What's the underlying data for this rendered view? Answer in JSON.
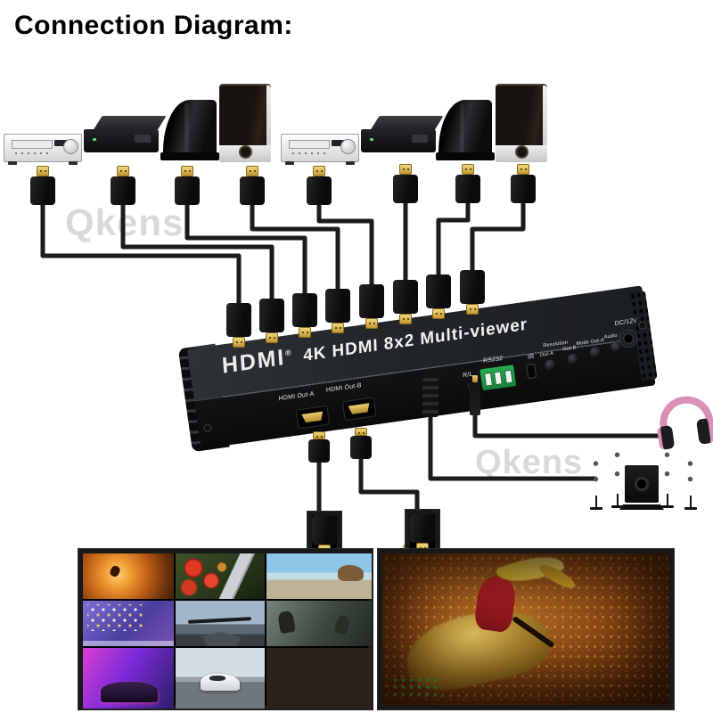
{
  "title": "Connection Diagram:",
  "watermark": {
    "text": "Qkens",
    "color": "#d9d9d9"
  },
  "sources": {
    "group_a": [
      {
        "type": "dvd-player"
      },
      {
        "type": "set-top-box"
      },
      {
        "type": "game-console"
      },
      {
        "type": "pc-tower"
      }
    ],
    "group_b": [
      {
        "type": "dvd-player"
      },
      {
        "type": "set-top-box"
      },
      {
        "type": "game-console"
      },
      {
        "type": "pc-tower"
      }
    ],
    "cable_type": "hdmi-cable",
    "input_count": 8
  },
  "device": {
    "brand_logo": "HDMI",
    "brand_reg": "®",
    "product_label": "4K HDMI 8x2 Multi-viewer",
    "ports": {
      "hdmi_out_a": "HDMI Out-A",
      "hdmi_out_b": "HDMI Out-B",
      "audio_rl": "R/L",
      "rs232": "RS232",
      "ir": "IR",
      "resolution_group": "Resolution",
      "res_out_a": "Out-A",
      "res_out_b": "Out-B",
      "mode_out_a": "Mode Out-A",
      "audio": "Audio",
      "power": "DC/12V"
    }
  },
  "outputs": {
    "display_a": {
      "type": "multiview-display",
      "cells": [
        "surfing-fire-scene",
        "tomatoes-food",
        "beach-landscape",
        "computer-desktop",
        "rifle-outdoor-scene",
        "game-battle-scene",
        "neon-car-scene",
        "sports-car-road",
        "blank"
      ]
    },
    "display_b": {
      "type": "fullscreen-display",
      "scene": "fire-dancer-scene"
    },
    "headphones": {
      "type": "headphones",
      "color": "#da8fb6"
    },
    "speakers": {
      "type": "5.1-speaker-system"
    }
  },
  "colors": {
    "cable": "#1b1b1b",
    "hdmi_gold": "#d4ab45",
    "device_body": "#232629",
    "rs232_green": "#27ab50",
    "watermark_gray": "#d9d9d9",
    "headphone_pink": "#da8fb6"
  }
}
